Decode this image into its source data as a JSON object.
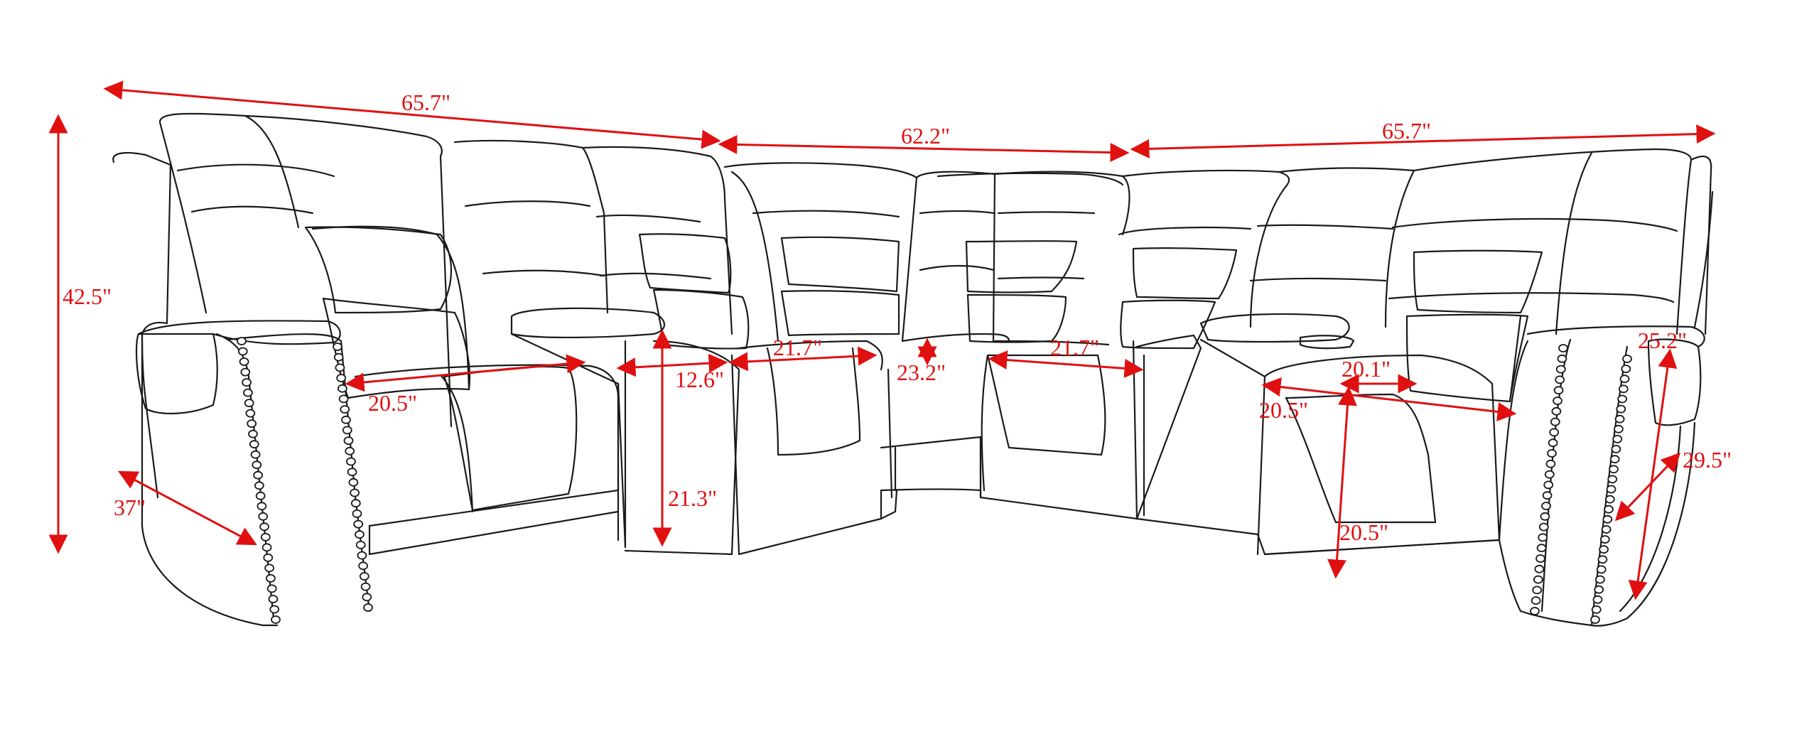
{
  "colors": {
    "dimension": "#e01010",
    "outline": "#1a1a1a",
    "background": "#ffffff"
  },
  "dimensions": {
    "left_section_width": "65.7\"",
    "corner_section_width": "62.2\"",
    "right_section_width": "65.7\"",
    "overall_height": "42.5\"",
    "left_depth": "37\"",
    "left_seat_width": "20.5\"",
    "console_width": "12.6\"",
    "console_height": "21.3\"",
    "corner_left_seat_width": "21.7\"",
    "corner_seat_depth": "23.2\"",
    "corner_right_seat_width": "21.7\"",
    "cup_holder_width": "20.1\"",
    "right_seat_width": "20.5\"",
    "right_seat_height": "20.5\"",
    "arm_height": "25.2\"",
    "right_depth": "29.5\""
  }
}
